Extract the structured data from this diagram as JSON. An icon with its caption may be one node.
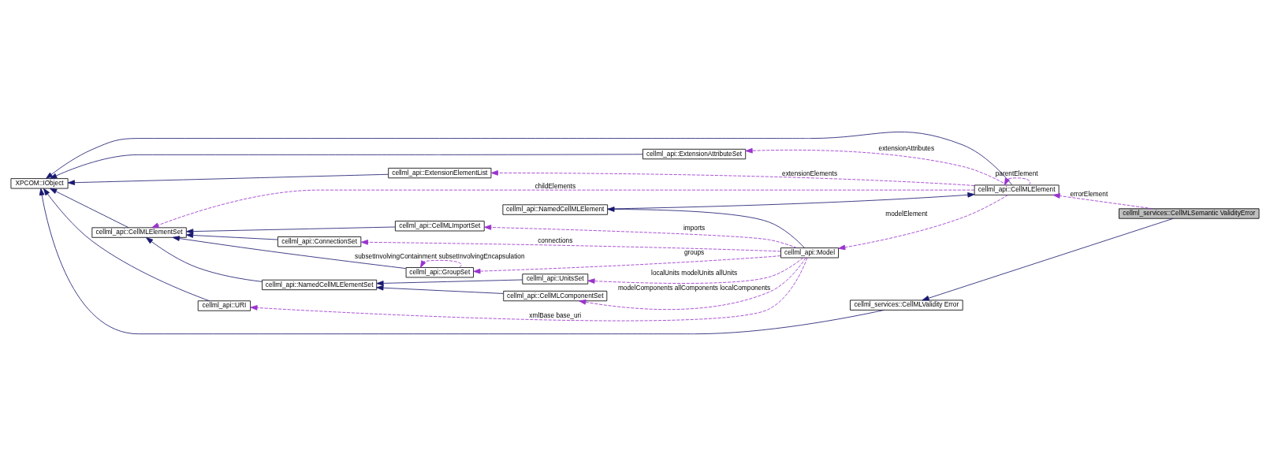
{
  "diagram": {
    "nodes": [
      {
        "text": [
          "XPCOM::IObject"
        ]
      },
      {
        "text": [
          "cellml_api::ExtensionAttributeSet"
        ]
      },
      {
        "text": [
          "cellml_api::ExtensionElementList"
        ]
      },
      {
        "text": [
          "cellml_api::CellMLElement"
        ]
      },
      {
        "text": [
          "cellml_api::NamedCellMLElement"
        ]
      },
      {
        "text": [
          "cellml_services::CellMLValidity Error"
        ]
      },
      {
        "text": [
          "cellml_services::CellMLSemantic ValidityError"
        ]
      },
      {
        "text": [
          "cellml_api::URI"
        ]
      },
      {
        "text": [
          "cellml_api::CellMLElementSet"
        ]
      },
      {
        "text": [
          "cellml_api::CellMLImportSet"
        ]
      },
      {
        "text": [
          "cellml_api::ConnectionSet"
        ]
      },
      {
        "text": [
          "cellml_api::GroupSet"
        ]
      },
      {
        "text": [
          "cellml_api::NamedCellMLElementSet"
        ]
      },
      {
        "text": [
          "cellml_api::CellMLComponentSet"
        ]
      },
      {
        "text": [
          "cellml_api::UnitsSet"
        ]
      },
      {
        "text": [
          "cellml_api::Model"
        ]
      }
    ],
    "edges": [
      {
        "from": 1,
        "to": 0,
        "arrow": "to"
      },
      {
        "from": 2,
        "to": 0,
        "arrow": "to"
      },
      {
        "from": 3,
        "to": 0,
        "arrow": "to"
      },
      {
        "from": 5,
        "to": 0,
        "arrow": "to"
      },
      {
        "from": 7,
        "to": 0,
        "arrow": "to"
      },
      {
        "from": 8,
        "to": 0,
        "arrow": "to"
      },
      {
        "from": 4,
        "to": 3,
        "arrow": "to"
      },
      {
        "from": 6,
        "to": 5,
        "arrow": "to"
      },
      {
        "from": 15,
        "to": 4,
        "arrow": "to"
      },
      {
        "from": 9,
        "to": 8,
        "arrow": "to"
      },
      {
        "from": 10,
        "to": 8,
        "arrow": "to"
      },
      {
        "from": 11,
        "to": 8,
        "arrow": "to"
      },
      {
        "from": 12,
        "to": 8,
        "arrow": "to"
      },
      {
        "from": 13,
        "to": 12,
        "arrow": "to"
      },
      {
        "from": 14,
        "to": 12,
        "arrow": "to"
      },
      {
        "from": 3,
        "to": 1,
        "arrow": "to",
        "label": "extensionAttributes",
        "style": "dashed",
        "color": "#9a32cd"
      },
      {
        "from": 3,
        "to": 2,
        "arrow": "to",
        "label": "extensionElements",
        "style": "dashed",
        "color": "#9a32cd"
      },
      {
        "from": 3,
        "to": 3,
        "arrow": "to",
        "label": "parentElement",
        "style": "dashed",
        "color": "#9a32cd"
      },
      {
        "from": 3,
        "to": 15,
        "arrow": "to",
        "label": "modelElement",
        "style": "dashed",
        "color": "#9a32cd"
      },
      {
        "from": 6,
        "to": 3,
        "arrow": "to",
        "label": "errorElement",
        "style": "dashed",
        "color": "#9a32cd"
      },
      {
        "from": 3,
        "to": 8,
        "arrow": "to",
        "label": "childElements",
        "style": "dashed",
        "color": "#9a32cd"
      },
      {
        "from": 15,
        "to": 7,
        "arrow": "to",
        "label": "xmlBase base_uri",
        "style": "dashed",
        "color": "#9a32cd"
      },
      {
        "from": 15,
        "to": 9,
        "arrow": "to",
        "label": "imports",
        "style": "dashed",
        "color": "#9a32cd"
      },
      {
        "from": 15,
        "to": 10,
        "arrow": "to",
        "label": "connections",
        "style": "dashed",
        "color": "#9a32cd"
      },
      {
        "from": 11,
        "to": 11,
        "arrow": "to",
        "label": "subsetInvolvingContainment subsetInvolvingEncapsulation",
        "style": "dashed",
        "color": "#9a32cd"
      },
      {
        "from": 15,
        "to": 11,
        "arrow": "to",
        "label": "groups",
        "style": "dashed",
        "color": "#9a32cd"
      },
      {
        "from": 15,
        "to": 13,
        "arrow": "to",
        "label": "modelComponents allComponents localComponents",
        "style": "dashed",
        "color": "#9a32cd"
      },
      {
        "from": 15,
        "to": 14,
        "arrow": "to",
        "label": "localUnits modelUnits allUnits",
        "style": "dashed",
        "color": "#9a32cd"
      }
    ]
  }
}
